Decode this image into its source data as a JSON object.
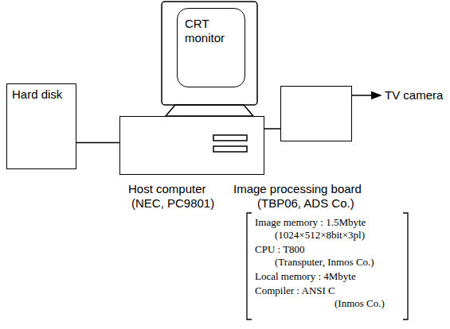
{
  "diagram": {
    "nodes": [
      {
        "text": [
          "Hard disk"
        ]
      },
      {
        "text": [
          "CRT monitor"
        ]
      },
      {
        "text": [
          "Host computer",
          "(NEC, PC9801)"
        ]
      },
      {
        "text": [
          "Image processing board",
          "(TBP06, ADS Co.)"
        ]
      }
    ],
    "edges": [
      {
        "from": 0,
        "to": 2,
        "arrow": "none"
      },
      {
        "from": 2,
        "to": 3,
        "arrow": "none"
      }
    ],
    "labels": [
      "TV camera",
      "Image memory : 1.5Mbyte",
      "(1024×512×8bit×3pl)",
      "CPU : T800",
      "(Transputer, Inmos Co.)",
      "Local memory : 4Mbyte",
      "Compiler : ANSI C",
      "(Inmos Co.)"
    ]
  }
}
